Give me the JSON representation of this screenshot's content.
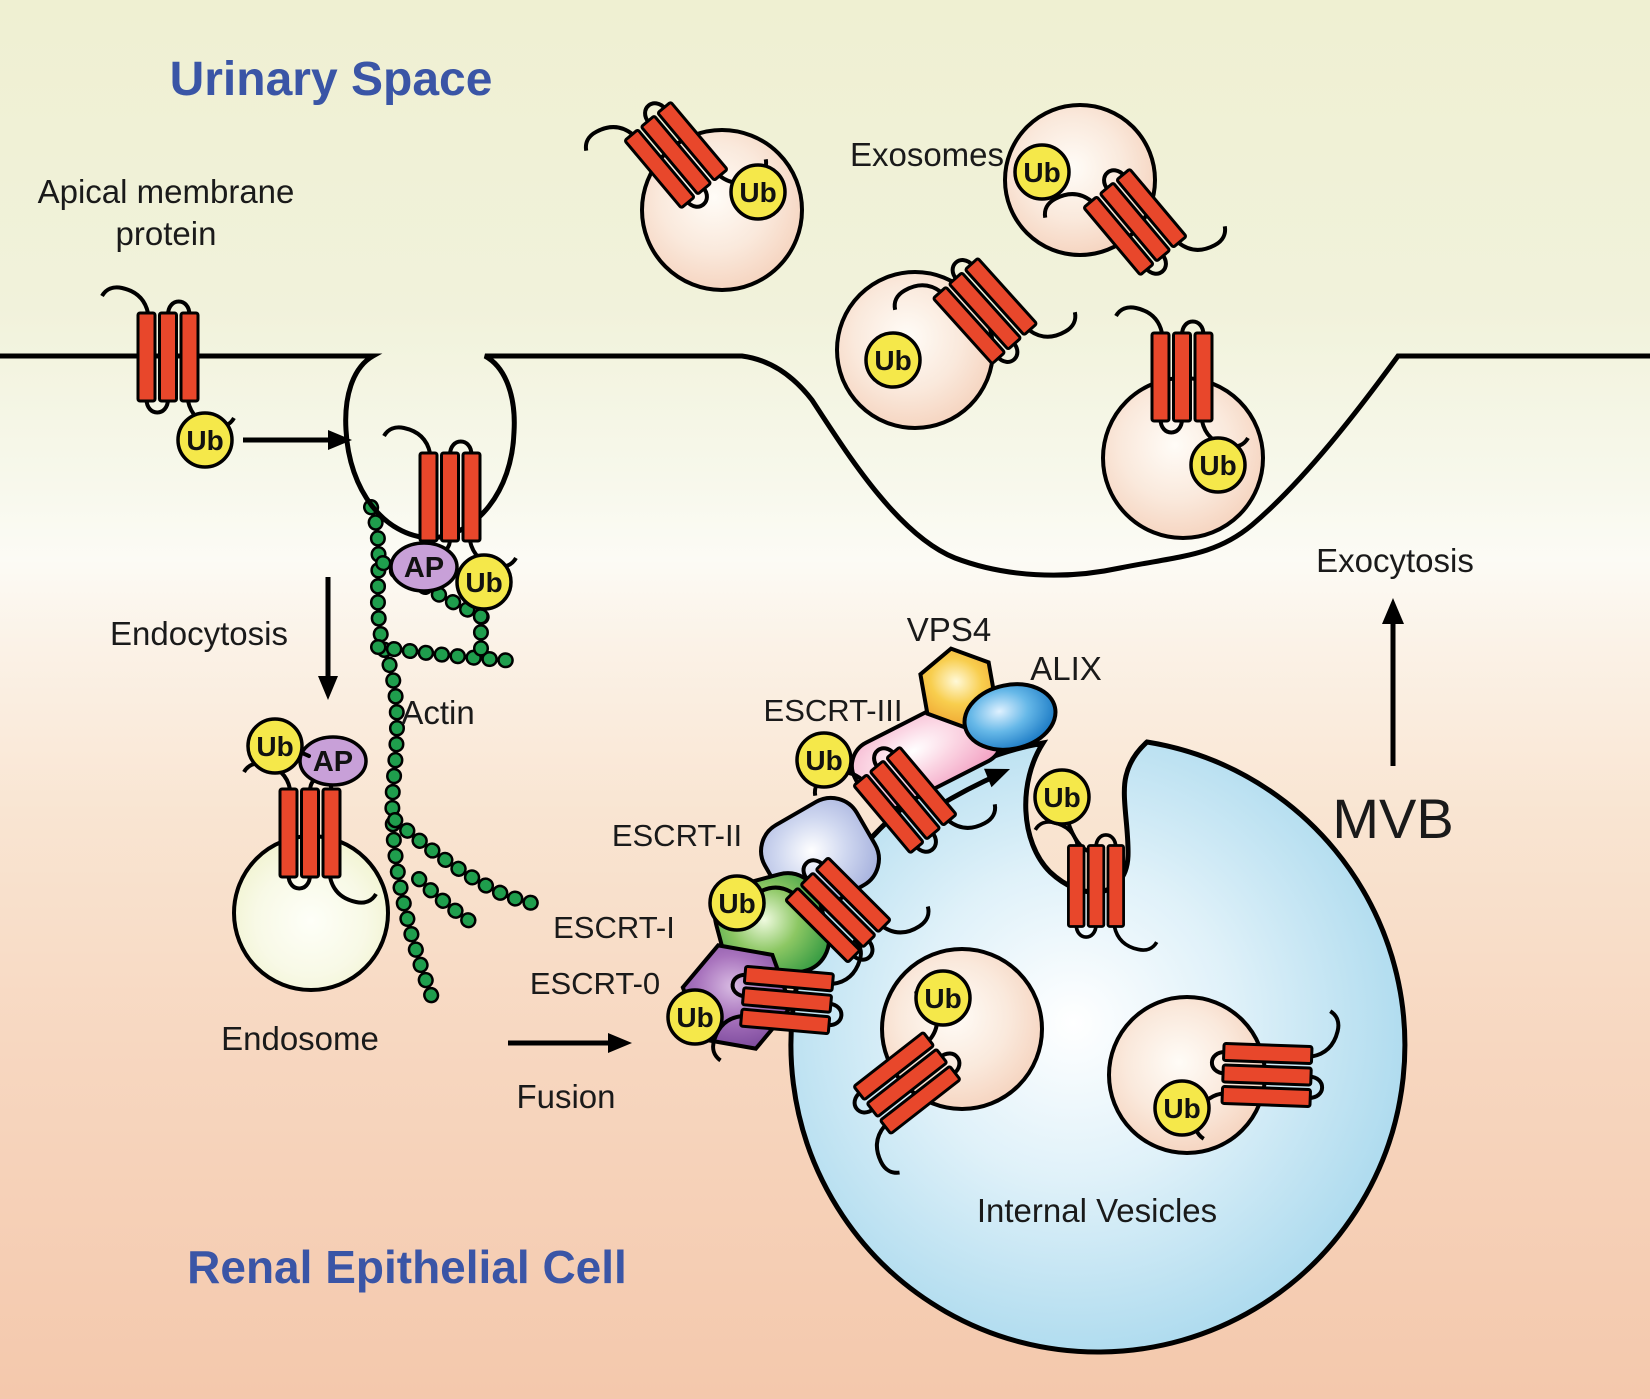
{
  "diagram": {
    "title_top": "Urinary Space",
    "title_bottom": "Renal Epithelial Cell",
    "labels": {
      "apical_membrane_protein_line1": "Apical membrane",
      "apical_membrane_protein_line2": "protein",
      "exosomes": "Exosomes",
      "endocytosis": "Endocytosis",
      "actin": "Actin",
      "endosome": "Endosome",
      "fusion": "Fusion",
      "escrt_0": "ESCRT-0",
      "escrt_1": "ESCRT-I",
      "escrt_2": "ESCRT-II",
      "escrt_3": "ESCRT-III",
      "vps4": "VPS4",
      "alix": "ALIX",
      "mvb": "MVB",
      "exocytosis": "Exocytosis",
      "internal_vesicles": "Internal Vesicles",
      "ub": "Ub",
      "ap": "AP"
    },
    "colors": {
      "accent_blue": "#3A55A6",
      "protein_red": "#E8472B",
      "ub_yellow": "#F5E84A",
      "ap_purple": "#C8A0D8",
      "actin_green": "#1F9E4D",
      "mvb_blue": "#A3D6EC",
      "vesicle_peach": "#F4CDB6",
      "endosome_pale": "#EEF1C8",
      "escrt0_purple": "#7E4C9E",
      "escrt1_green": "#3C9E45",
      "escrt2_lavender": "#A9B4DF",
      "escrt3_pink": "#F3A6C6",
      "vps4_orange": "#F0A733",
      "alix_blue": "#0E6FBE",
      "bg_top_green": "#EFF0D2",
      "bg_bottom_peach": "#F4C8AC"
    }
  }
}
